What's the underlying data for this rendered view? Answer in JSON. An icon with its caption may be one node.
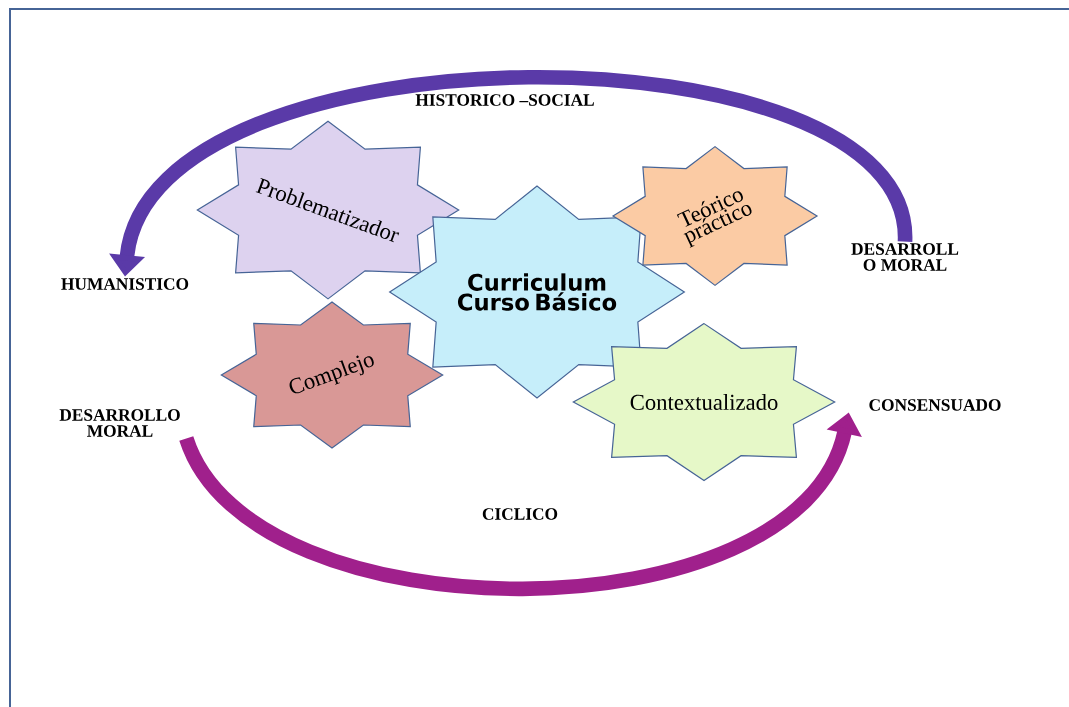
{
  "diagram": {
    "nodes": [
      {
        "text": [
          "Curriculum Curso Básico"
        ]
      },
      {
        "text": [
          "Problematizador"
        ]
      },
      {
        "text": [
          "Teórico práctico"
        ]
      },
      {
        "text": [
          "Complejo"
        ]
      },
      {
        "text": [
          "Contextualizado"
        ]
      },
      {
        "text": [
          "HUMANISTICO"
        ]
      },
      {
        "text": [
          "DESARROLL O MORAL"
        ]
      },
      {
        "text": [
          "DESARROLLO MORAL"
        ]
      },
      {
        "text": [
          "CONSENSUADO"
        ]
      }
    ],
    "edges": [
      {
        "from": 6,
        "to": 5,
        "arrow": "to"
      },
      {
        "from": 7,
        "to": 8,
        "arrow": "to"
      }
    ],
    "labels": [
      "HISTORICO –SOCIAL",
      "CICLICO"
    ]
  }
}
